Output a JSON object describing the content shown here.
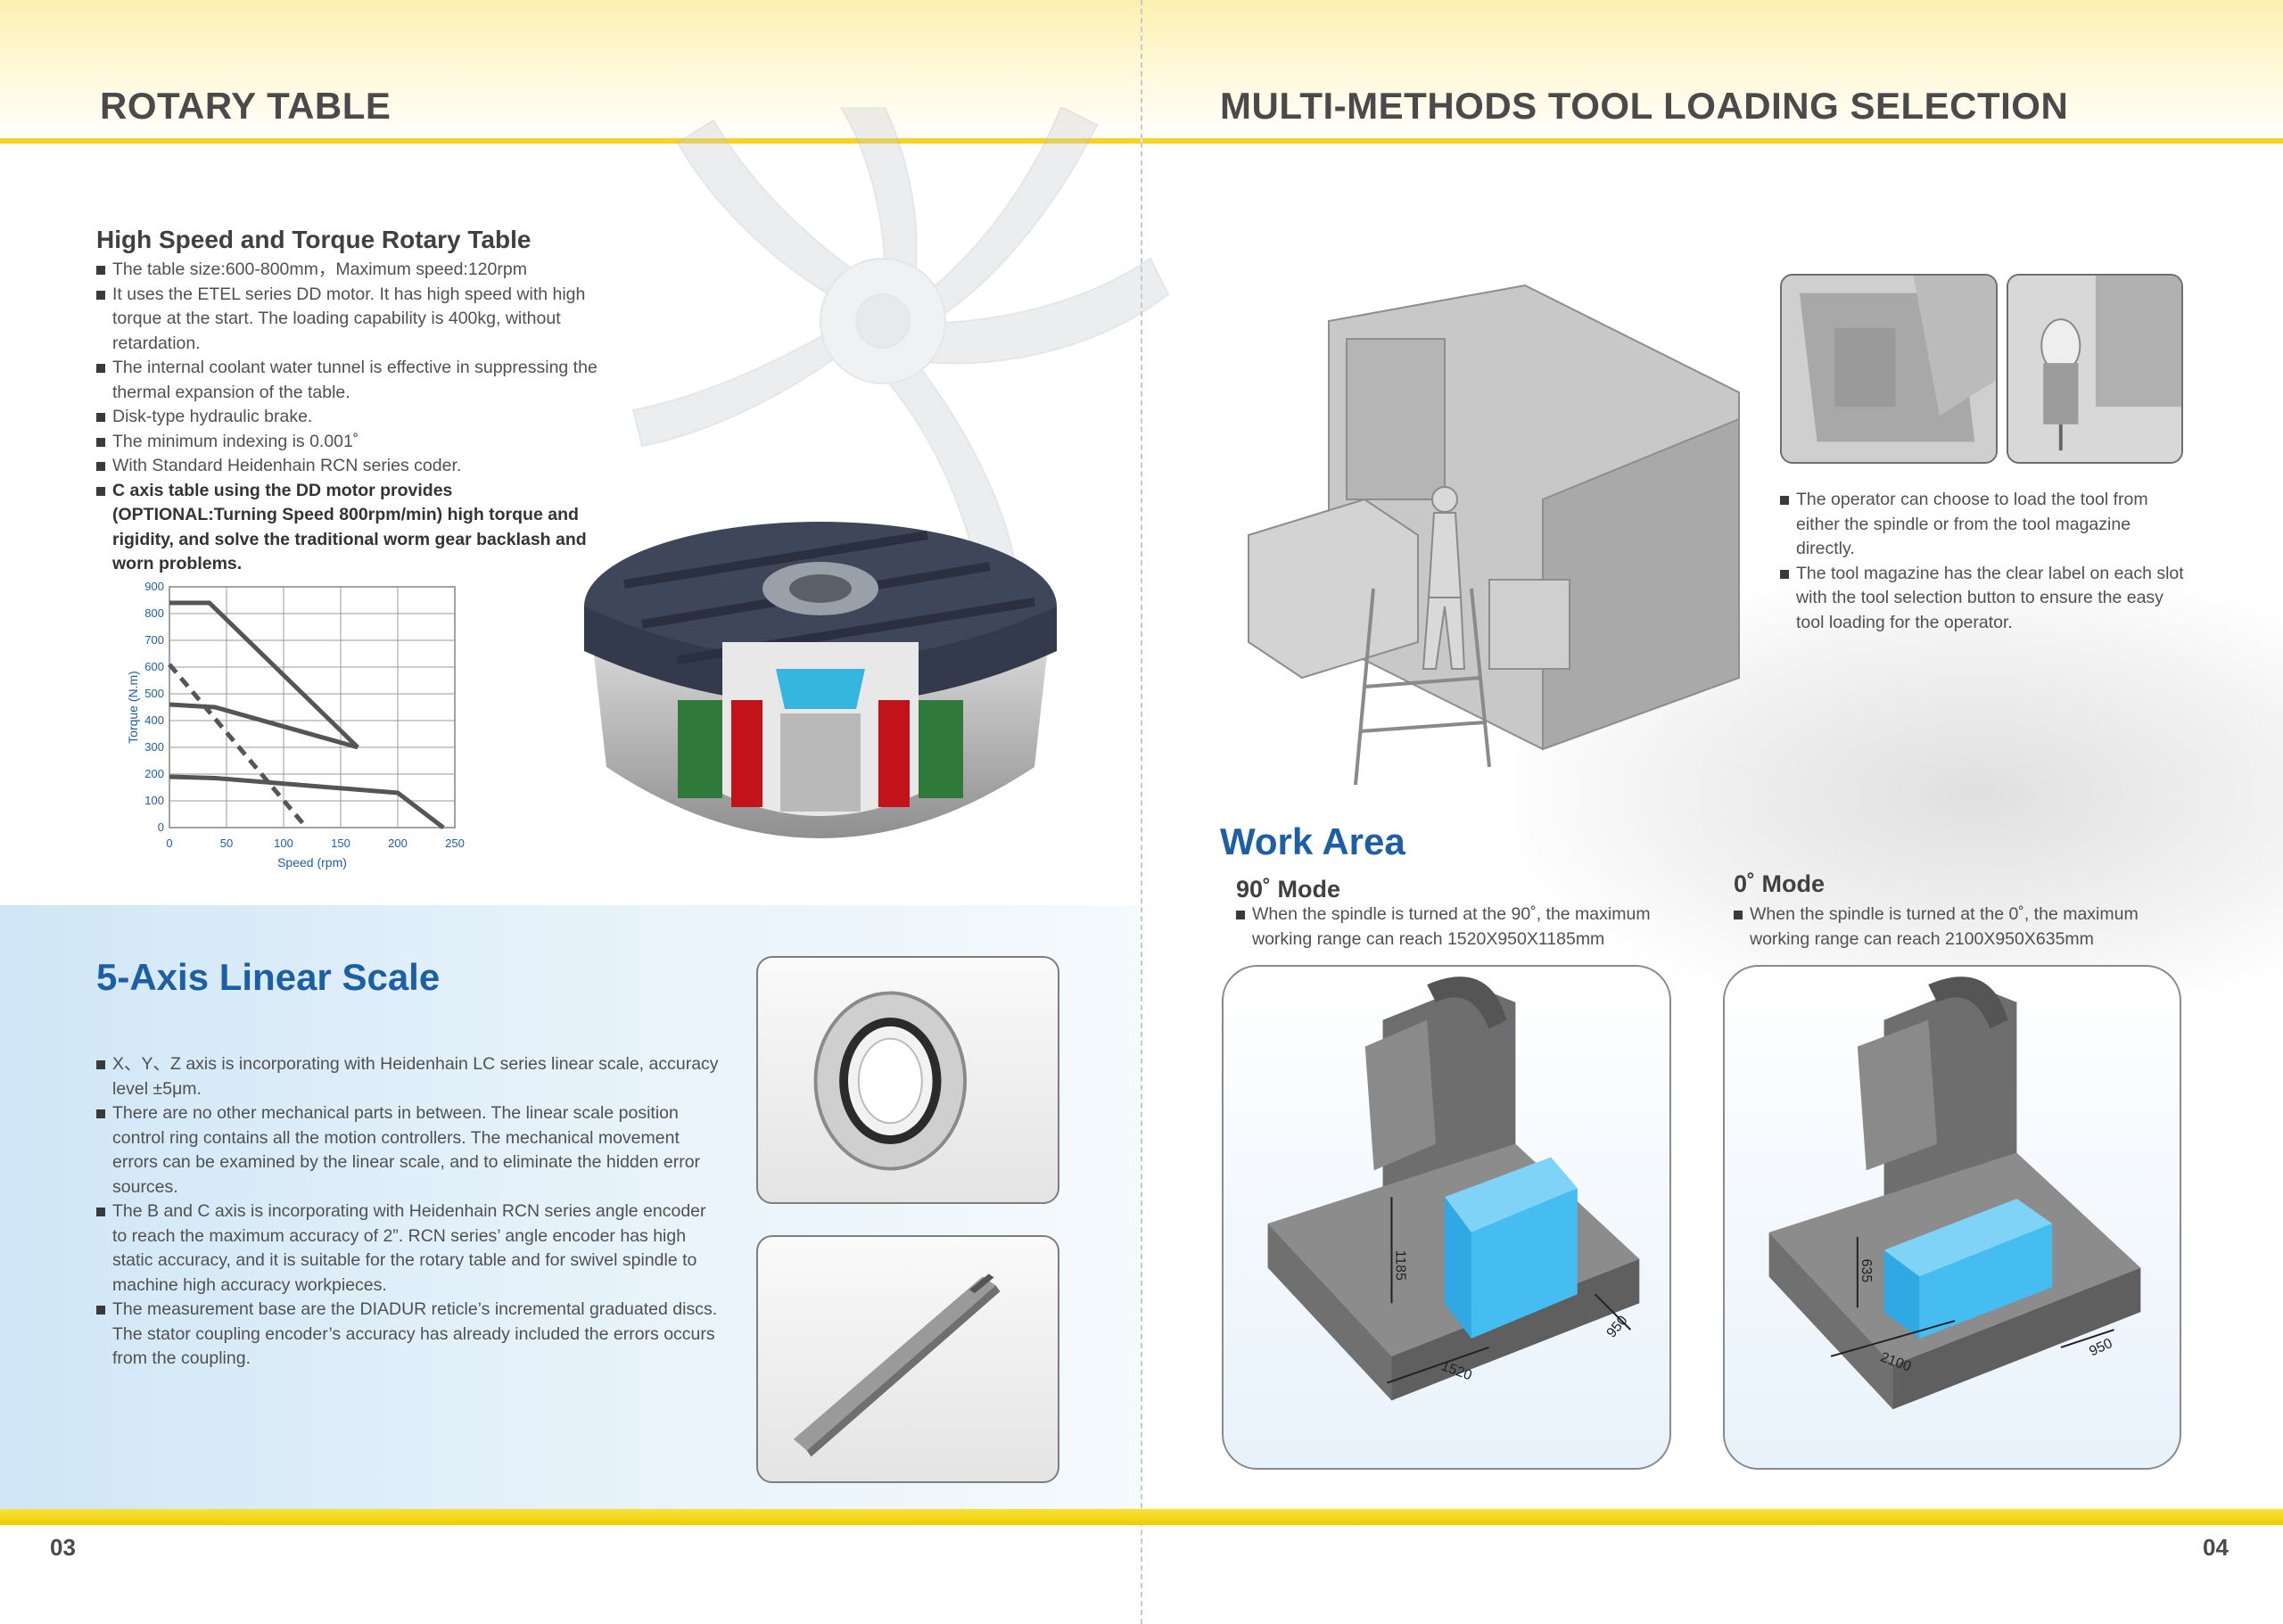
{
  "left_page": {
    "title": "ROTARY TABLE",
    "rotary": {
      "heading": "High Speed and Torque Rotary Table",
      "bullets": [
        "The table size:600-800mm，Maximum speed:120rpm",
        "It uses the ETEL series DD motor. It has high speed with high",
        "torque at the start. The loading capability is 400kg, without",
        "retardation.",
        "The internal coolant water tunnel is effective in suppressing the",
        "thermal expansion of the table.",
        "Disk-type hydraulic brake.",
        "The minimum indexing is 0.001˚",
        "With Standard Heidenhain RCN series coder.",
        "C axis table using the DD motor provides",
        "(OPTIONAL:Turning Speed 800rpm/min) high torque and",
        "rigidity, and solve the traditional worm gear backlash and",
        "worn problems."
      ]
    },
    "linear_scale": {
      "heading": "5-Axis Linear Scale",
      "lines": [
        "X、Y、Z axis is incorporating with Heidenhain LC series linear scale, accuracy",
        "level ±5μm.",
        "There are no other mechanical parts in between. The linear scale position",
        "control ring contains all the motion controllers. The mechanical movement",
        "errors can be examined by the linear scale, and to eliminate the hidden error",
        "sources.",
        "The B and C axis is incorporating with Heidenhain RCN series angle encoder",
        "to reach the maximum accuracy of 2”. RCN series’ angle encoder has high",
        "static accuracy, and it is suitable for the rotary table and for swivel spindle to",
        "machine high accuracy workpieces.",
        "The measurement base are the DIADUR reticle’s incremental graduated discs.",
        "The stator coupling encoder’s accuracy has already included the errors occurs",
        "from the coupling."
      ]
    },
    "page_number": "03"
  },
  "right_page": {
    "title": "MULTI-METHODS TOOL LOADING SELECTION",
    "tool_loading_lines": [
      "The operator can choose to load the tool from",
      "either the spindle or from the tool magazine",
      "directly.",
      "The tool magazine has the clear label on each slot",
      "with the tool selection button to ensure the easy",
      "tool loading for the operator."
    ],
    "work_area": {
      "heading": "Work Area",
      "mode90": {
        "title": "90˚ Mode",
        "lines": [
          "When the spindle is turned at the 90˚, the maximum",
          "working range can reach 1520X950X1185mm"
        ],
        "dims": {
          "x": "1520",
          "y": "950",
          "z": "1185"
        }
      },
      "mode0": {
        "title": "0˚ Mode",
        "lines": [
          "When the spindle is turned at the 0˚, the maximum",
          "working range can reach 2100X950X635mm"
        ],
        "dims": {
          "x": "2100",
          "y": "950",
          "z": "635"
        }
      }
    },
    "page_number": "04"
  },
  "chart_data": {
    "type": "line",
    "xlabel": "Speed (rpm)",
    "ylabel": "Torque (N.m)",
    "xlim": [
      0,
      250
    ],
    "ylim": [
      0,
      900
    ],
    "x_ticks": [
      0,
      50,
      100,
      150,
      200,
      250
    ],
    "y_ticks": [
      0,
      100,
      200,
      300,
      400,
      500,
      600,
      700,
      800,
      900
    ],
    "grid": true,
    "series": [
      {
        "style": "solid",
        "points": [
          [
            0,
            840
          ],
          [
            35,
            840
          ],
          [
            165,
            300
          ]
        ]
      },
      {
        "style": "solid",
        "points": [
          [
            0,
            460
          ],
          [
            40,
            450
          ],
          [
            165,
            300
          ]
        ]
      },
      {
        "style": "solid",
        "points": [
          [
            0,
            190
          ],
          [
            40,
            185
          ],
          [
            200,
            130
          ],
          [
            240,
            0
          ]
        ]
      },
      {
        "style": "dashed",
        "points": [
          [
            0,
            610
          ],
          [
            120,
            0
          ]
        ]
      }
    ],
    "colors": {
      "axis_text": "#1d5fa4",
      "line": "#555555"
    }
  },
  "colors": {
    "accent_yellow": "#f5d320",
    "heading_blue": "#1d5fa4",
    "work_box_blue": "#3db4ec"
  }
}
